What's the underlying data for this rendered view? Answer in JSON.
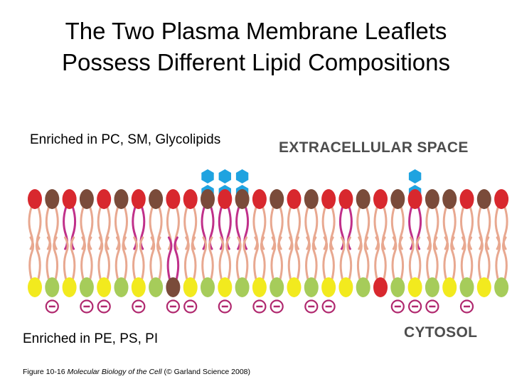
{
  "title": {
    "line1": "The Two Plasma Membrane Leaflets",
    "line2": "Possess Different Lipid Compositions"
  },
  "labels": {
    "outer_enriched": "Enriched in PC, SM, Glycolipids",
    "inner_enriched": "Enriched in PE, PS, PI",
    "extracellular": "EXTRACELLULAR SPACE",
    "cytosol": "CYTOSOL"
  },
  "caption": {
    "prefix": "Figure 10-16",
    "book": "Molecular Biology of the Cell",
    "suffix": "(© Garland Science 2008)"
  },
  "colors": {
    "red_head": "#d8282e",
    "brown_head": "#7a4b3a",
    "yellow_head": "#f2ea1e",
    "green_head": "#a6cc5a",
    "glycolipid_sugar": "#1fa3e0",
    "tail_normal": "#e8a890",
    "tail_magenta": "#c0308a",
    "charge": "#b0286e",
    "label_gray": "#4d4d4d"
  },
  "outer_leaflet": [
    "red",
    "brown",
    "red",
    "brown",
    "red",
    "brown",
    "red",
    "brown",
    "red",
    "red",
    "brown",
    "red",
    "brown",
    "red",
    "brown",
    "red",
    "brown",
    "red",
    "red",
    "brown",
    "red",
    "brown",
    "red",
    "brown",
    "brown",
    "red",
    "brown",
    "red"
  ],
  "glycolipid_positions": [
    10,
    11,
    12,
    22
  ],
  "inner_leaflet": [
    "yellow",
    "green",
    "yellow",
    "green",
    "yellow",
    "green",
    "yellow",
    "green",
    "brown",
    "yellow",
    "green",
    "yellow",
    "green",
    "yellow",
    "green",
    "yellow",
    "green",
    "yellow",
    "yellow",
    "green",
    "red",
    "green",
    "yellow",
    "green",
    "yellow",
    "green",
    "yellow",
    "green"
  ],
  "charged_positions": [
    1,
    3,
    4,
    6,
    8,
    9,
    11,
    13,
    14,
    16,
    17,
    21,
    22,
    23,
    25
  ]
}
